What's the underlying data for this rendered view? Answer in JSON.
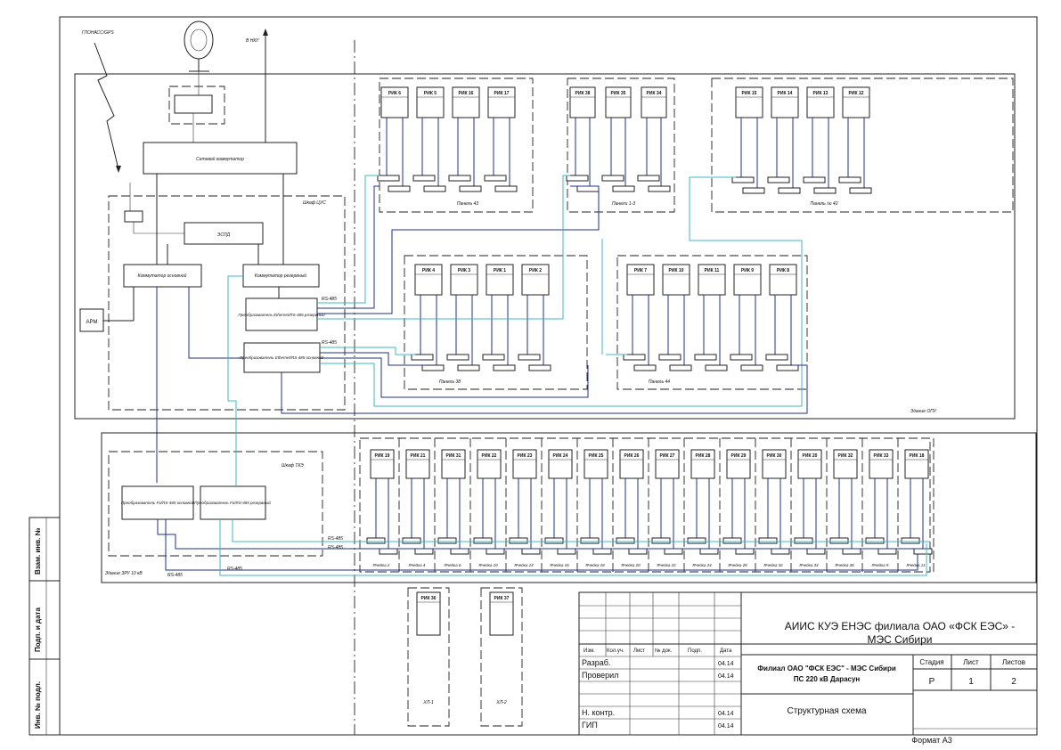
{
  "colors": {
    "wire_bus": "#1f2f8a",
    "wire_link": "#3fb7c7",
    "line": "#222222"
  },
  "top": {
    "gps_label": "ГЛОНАСС/GPS",
    "nku_label": "В НКУ"
  },
  "opu": {
    "building_label": "Здание ОПУ",
    "cabinet_label": "Шкаф ЦУС",
    "switch_label": "Сетевой коммутатор",
    "espd_label": "ЭСПД",
    "arm_label": "АРМ",
    "conv_main_1": "Коммутатор основной",
    "conv_res_1": "Коммутатор резервный",
    "eth_res": "Преобразователь Ethernet/RS-485 резервный",
    "eth_main": "Преобразователь Ethernet/RS-485 основной",
    "rs485": "RS-485"
  },
  "panels": [
    {
      "name": "Панель 43",
      "meters": [
        "РИК 6",
        "РИК 5",
        "РИК 16",
        "РИК 17"
      ]
    },
    {
      "name": "Панели 1-3",
      "meters": [
        "РИК 38",
        "РИК 35",
        "РИК 34"
      ]
    },
    {
      "name": "Панель № 42",
      "meters": [
        "РИК 15",
        "РИК 14",
        "РИК 13",
        "РИК 12"
      ]
    },
    {
      "name": "Панель 38",
      "meters": [
        "РИК 4",
        "РИК 3",
        "РИК 1",
        "РИК 2"
      ]
    },
    {
      "name": "Панель 44",
      "meters": [
        "РИК 7",
        "РИК 10",
        "РИК 11",
        "РИК 9",
        "РИК 8"
      ]
    }
  ],
  "zru": {
    "building_label": "Здание ЗРУ 10 кВ",
    "cabinet_label": "Шкаф ТКЭ",
    "conv_main": "Преобразователь Fo/RS-485 основной",
    "conv_res": "Преобразователь Fo/RS-485 резервный",
    "rs485": "RS-485",
    "cells": [
      {
        "meter": "РИК 19",
        "cell": "Ячейка 2"
      },
      {
        "meter": "РИК 21",
        "cell": "Ячейка 4"
      },
      {
        "meter": "РИК 31",
        "cell": "Ячейка 6"
      },
      {
        "meter": "РИК 22",
        "cell": "Ячейка 10"
      },
      {
        "meter": "РИК 23",
        "cell": "Ячейка 14"
      },
      {
        "meter": "РИК 24",
        "cell": "Ячейка 16"
      },
      {
        "meter": "РИК 25",
        "cell": "Ячейка 18"
      },
      {
        "meter": "РИК 26",
        "cell": "Ячейка 20"
      },
      {
        "meter": "РИК 27",
        "cell": "Ячейка 22"
      },
      {
        "meter": "РИК 28",
        "cell": "Ячейка 24"
      },
      {
        "meter": "РИК 29",
        "cell": "Ячейка 28"
      },
      {
        "meter": "РИК 30",
        "cell": "Ячейка 32"
      },
      {
        "meter": "РИК 20",
        "cell": "Ячейка 34"
      },
      {
        "meter": "РИК 32",
        "cell": "Ячейка 36"
      },
      {
        "meter": "РИК 33",
        "cell": "Ячейка 9"
      },
      {
        "meter": "РИК 18",
        "cell": "Ячейка 11"
      }
    ]
  },
  "standalone": [
    {
      "meter": "РИК 36",
      "label": "ХЛ-1"
    },
    {
      "meter": "РИК 37",
      "label": "ХЛ-2"
    }
  ],
  "stamp": {
    "title_line1": "АИИС КУЭ ЕНЭС филиала ОАО «ФСК ЕЭС»   -",
    "title_line2": "МЭС Сибири",
    "org_line1": "Филиал ОАО \"ФСК ЕЭС\" - МЭС Сибири",
    "org_line2": "ПС 220 кВ Дарасун",
    "doc_title": "Структурная схема",
    "col_headers": [
      "Изм.",
      "Кол.уч.",
      "Лист",
      "№ док.",
      "Подп.",
      "Дата"
    ],
    "rows": [
      {
        "role": "Разраб.",
        "date": "04.14"
      },
      {
        "role": "Проверил",
        "date": "04.14"
      },
      {
        "role": "",
        "date": ""
      },
      {
        "role": "Н. контр.",
        "date": "04.14"
      },
      {
        "role": "ГИП",
        "date": "04.14"
      }
    ],
    "stage_label": "Стадия",
    "sheet_label": "Лист",
    "sheets_label": "Листов",
    "stage": "Р",
    "sheet": "1",
    "sheets": "2",
    "format": "Формат А3"
  },
  "side": {
    "inv_sub": "Взам. инв. №",
    "sign_date": "Подп. и дата",
    "inv_orig": "Инв. № подл."
  }
}
